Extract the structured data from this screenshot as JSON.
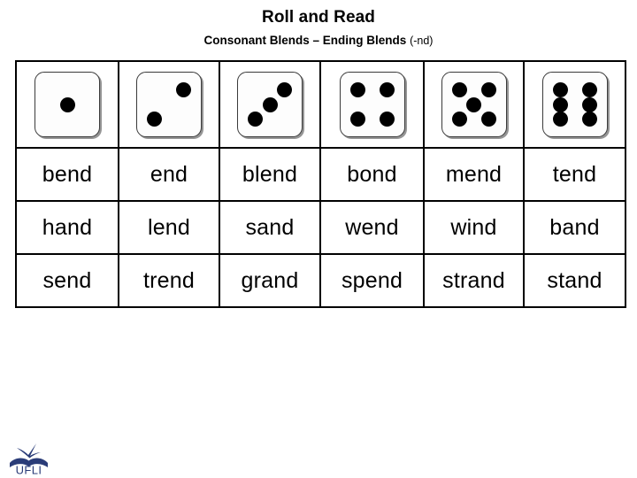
{
  "header": {
    "title": "Roll and Read",
    "subtitle_main": "Consonant Blends – Ending Blends",
    "subtitle_suffix": "(-nd)"
  },
  "table": {
    "dice": [
      {
        "name": "die-1",
        "value": 1,
        "pips": [
          "center"
        ]
      },
      {
        "name": "die-2",
        "value": 2,
        "pips": [
          "top-right",
          "bottom-left"
        ]
      },
      {
        "name": "die-3",
        "value": 3,
        "pips": [
          "top-right",
          "center",
          "bottom-left"
        ]
      },
      {
        "name": "die-4",
        "value": 4,
        "pips": [
          "top-left",
          "top-right",
          "bottom-left",
          "bottom-right"
        ]
      },
      {
        "name": "die-5",
        "value": 5,
        "pips": [
          "top-left",
          "top-right",
          "center",
          "bottom-left",
          "bottom-right"
        ]
      },
      {
        "name": "die-6",
        "value": 6,
        "pips": [
          "top-left",
          "top-right",
          "mid-left",
          "mid-right",
          "bottom-left",
          "bottom-right"
        ]
      }
    ],
    "rows": [
      [
        "bend",
        "end",
        "blend",
        "bond",
        "mend",
        "tend"
      ],
      [
        "hand",
        "lend",
        "sand",
        "wend",
        "wind",
        "band"
      ],
      [
        "send",
        "trend",
        "grand",
        "spend",
        "strand",
        "stand"
      ]
    ]
  },
  "logo": {
    "text": "UFLI",
    "color": "#2a3c78"
  },
  "colors": {
    "text": "#000000",
    "border": "#000000",
    "die_face": "#fdfdfd",
    "die_border": "#3a3a3a",
    "pip": "#000000",
    "background": "#ffffff"
  }
}
